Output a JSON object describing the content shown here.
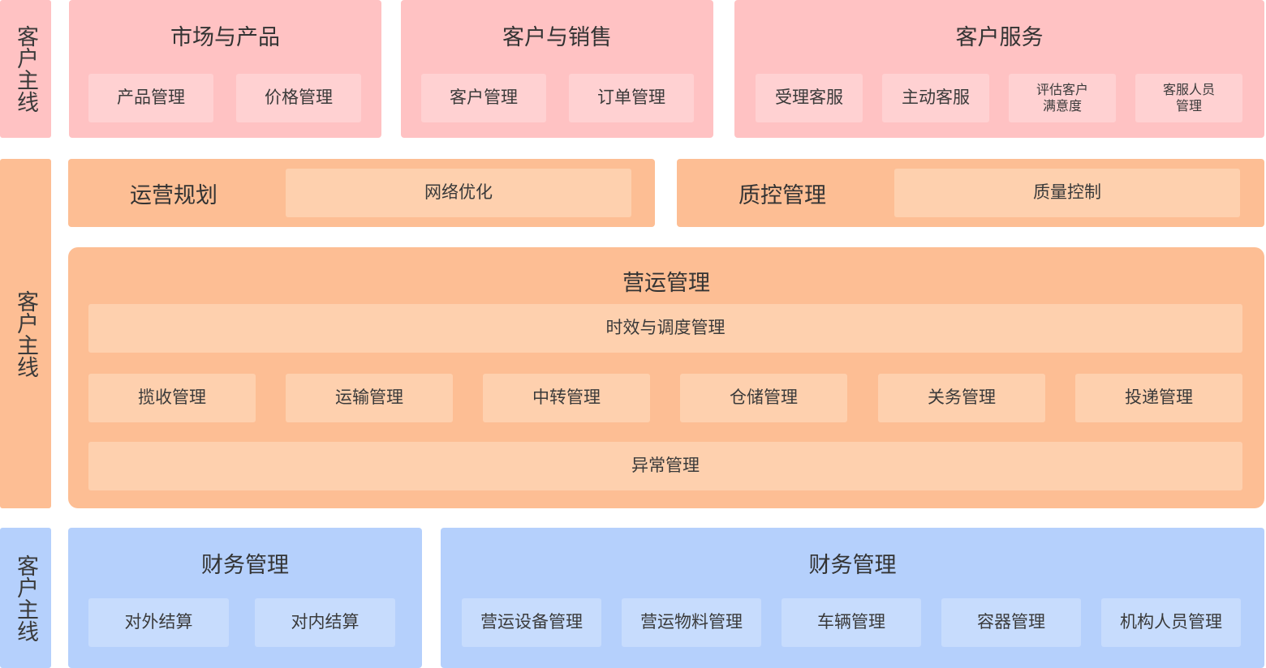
{
  "layers": {
    "customer_layer": {
      "side_label": "客户主线"
    },
    "operation_layer": {
      "side_label": "客户主线"
    },
    "finance_layer": {
      "side_label": "客户主线"
    }
  },
  "customer_panels": [
    {
      "title": "市场与产品",
      "items": [
        "产品管理",
        "价格管理"
      ]
    },
    {
      "title": "客户与销售",
      "items": [
        "客户管理",
        "订单管理"
      ]
    },
    {
      "title": "客户服务",
      "items": [
        "受理客服",
        "主动客服",
        "评估客户\n满意度",
        "客服人员\n管理"
      ]
    }
  ],
  "planning_rows": [
    {
      "title": "运营规划",
      "item": "网络优化"
    },
    {
      "title": "质控管理",
      "item": "质量控制"
    }
  ],
  "operations": {
    "title": "营运管理",
    "timeliness": "时效与调度管理",
    "items": [
      "揽收管理",
      "运输管理",
      "中转管理",
      "仓储管理",
      "关务管理",
      "投递管理"
    ],
    "exception": "异常管理"
  },
  "finance_panels": [
    {
      "title": "财务管理",
      "items": [
        "对外结算",
        "对内结算"
      ]
    },
    {
      "title": "财务管理",
      "items": [
        "营运设备管理",
        "营运物料管理",
        "车辆管理",
        "容器管理",
        "机构人员管理"
      ]
    }
  ],
  "colors": {
    "customer": "#ffc2c3",
    "operation": "#fdbe94",
    "finance": "#b5d0fc"
  }
}
